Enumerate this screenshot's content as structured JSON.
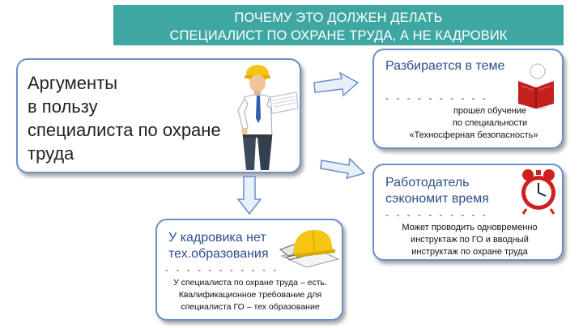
{
  "title": {
    "line1": "ПОЧЕМУ ЭТО ДОЛЖЕН ДЕЛАТЬ",
    "line2": "СПЕЦИАЛИСТ ПО ОХРАНЕ ТРУДА, А НЕ КАДРОВИК"
  },
  "main": {
    "lines": [
      "Аргументы",
      "в пользу",
      "специалиста по охране",
      "труда"
    ]
  },
  "cards": {
    "theme": {
      "title": "Разбирается в теме",
      "dashes": "- - - - - - - - - -",
      "body": [
        "прошел обучение",
        "по специальности",
        "«Техносферная безопасность»"
      ]
    },
    "employer": {
      "title_line1": "Работодатель",
      "title_line2": "сэкономит время",
      "dashes": "- - - - - - - - - -",
      "body": [
        "Может проводить одновременно",
        "инструктаж по ГО и вводный",
        "инструктаж по охране труда"
      ]
    },
    "hr": {
      "title_line1": "У кадровика нет",
      "title_line2": "тех.образования",
      "dashes": "- - - - - - - - - - -",
      "body": [
        "У специалиста по охране труда – есть.",
        "Квалификационное требование для",
        "специалиста ГО – тех образование"
      ]
    }
  },
  "icons": {
    "worker": "engineer-with-hardhat-icon",
    "book": "reading-person-icon",
    "clock": "alarm-clock-icon",
    "helmet": "hardhat-on-papers-icon"
  },
  "colors": {
    "banner": "#3fa7a2",
    "card_border": "#6a8fc9",
    "arrow_fill": "#e8f1fb",
    "arrow_stroke": "#6a8fc9"
  }
}
